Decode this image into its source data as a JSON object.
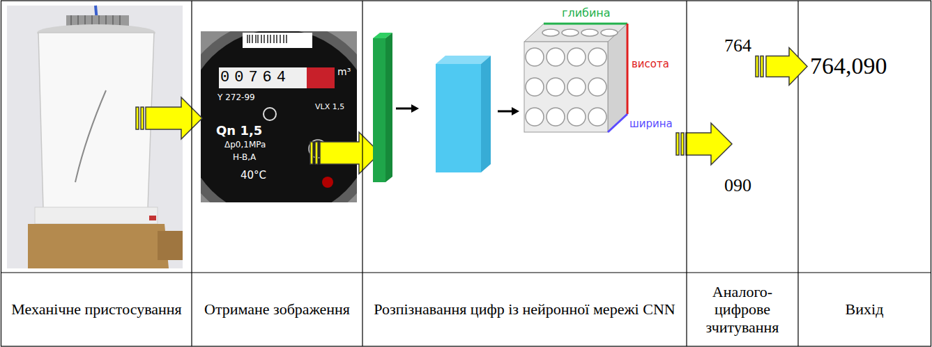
{
  "diagram": {
    "nodes": [
      {
        "text": [
          "Механічне пристосування"
        ]
      },
      {
        "text": [
          "Отримане зображення"
        ]
      },
      {
        "text": [
          "Розпізнавання цифр із нейронної мережі CNN"
        ]
      },
      {
        "text": [
          "Аналого-цифрове зчитування"
        ]
      },
      {
        "text": [
          "Вихід"
        ]
      },
      {
        "text": [
          "764",
          "090"
        ]
      },
      {
        "text": [
          "764,090"
        ]
      }
    ],
    "edges": [
      {
        "from": 5,
        "to": 6,
        "arrow": "to"
      }
    ],
    "labels": [
      "00764",
      "m³",
      "Y 272-99",
      "Qn 1,5",
      "VLX 1,5",
      "Δp0,1MPa",
      "H-B,A",
      "40°C",
      "глибина",
      "висота",
      "ширина"
    ]
  }
}
